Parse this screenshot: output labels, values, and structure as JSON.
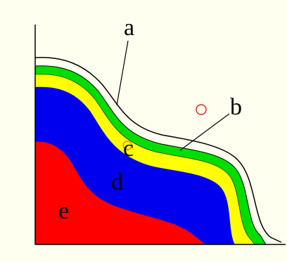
{
  "diagram": {
    "labels": {
      "a": "a",
      "b": "b",
      "c": "c",
      "d": "d",
      "e": "e"
    },
    "colors": {
      "background": "#fffff0",
      "axis": "#000000",
      "outer_line": "#000000",
      "green": "#00dd00",
      "yellow": "#ffff00",
      "blue": "#0000ee",
      "red": "#ff0000",
      "marker": "#cc0000",
      "marker_c": "#ff6600"
    }
  }
}
